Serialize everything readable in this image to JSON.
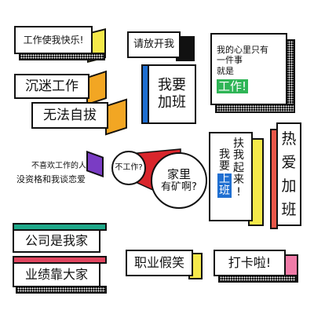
{
  "stickers": {
    "work_like_happy": {
      "text": "工作使我快乐!",
      "side_color": "#f5e94a"
    },
    "please_let_me": {
      "text": "请放开我",
      "side_color": "#111111"
    },
    "want_overtime": {
      "line1": "我要",
      "line2": "加班",
      "side_color": "#1f6fd1"
    },
    "only_work": {
      "line1": "我的心里只有",
      "line2": "一件事",
      "line3": "就是",
      "highlight": "工作!",
      "highlight_color": "#2fb556"
    },
    "addicted": {
      "text": "沉迷工作",
      "side_color": "#f2a623"
    },
    "cannot_escape": {
      "text": "无法自拔",
      "side_color": "#f2a623"
    },
    "hot_love": {
      "chars": [
        "热",
        "爱",
        "加",
        "班"
      ],
      "side_color": "#e8584a"
    },
    "dislike_work": {
      "line1": "不喜欢工作的人",
      "line2": "没资格和我谈恋爱",
      "side_color": "#7a3cc4"
    },
    "no_work": {
      "bubble": "不工作?",
      "line1": "家里",
      "line2": "有矿啊?",
      "cone_color": "#d9262c"
    },
    "get_up_work": {
      "col1": [
        "扶",
        "我",
        "起",
        "来",
        "!"
      ],
      "col2": [
        "我",
        "要"
      ],
      "highlight": [
        "上",
        "班"
      ],
      "highlight_color": "#1f6fd1",
      "side_color": "#f5e94a"
    },
    "company_home": {
      "text": "公司是我家",
      "side_color": "#1fa98a"
    },
    "performance_home": {
      "text": "业绩靠大家",
      "side_color": "#e0455f"
    },
    "professional_smile": {
      "text": "职业假笑",
      "side_color": "#f5e94a"
    },
    "clock_in": {
      "text": "打卡啦!",
      "side_color": "#f07ba8"
    }
  }
}
